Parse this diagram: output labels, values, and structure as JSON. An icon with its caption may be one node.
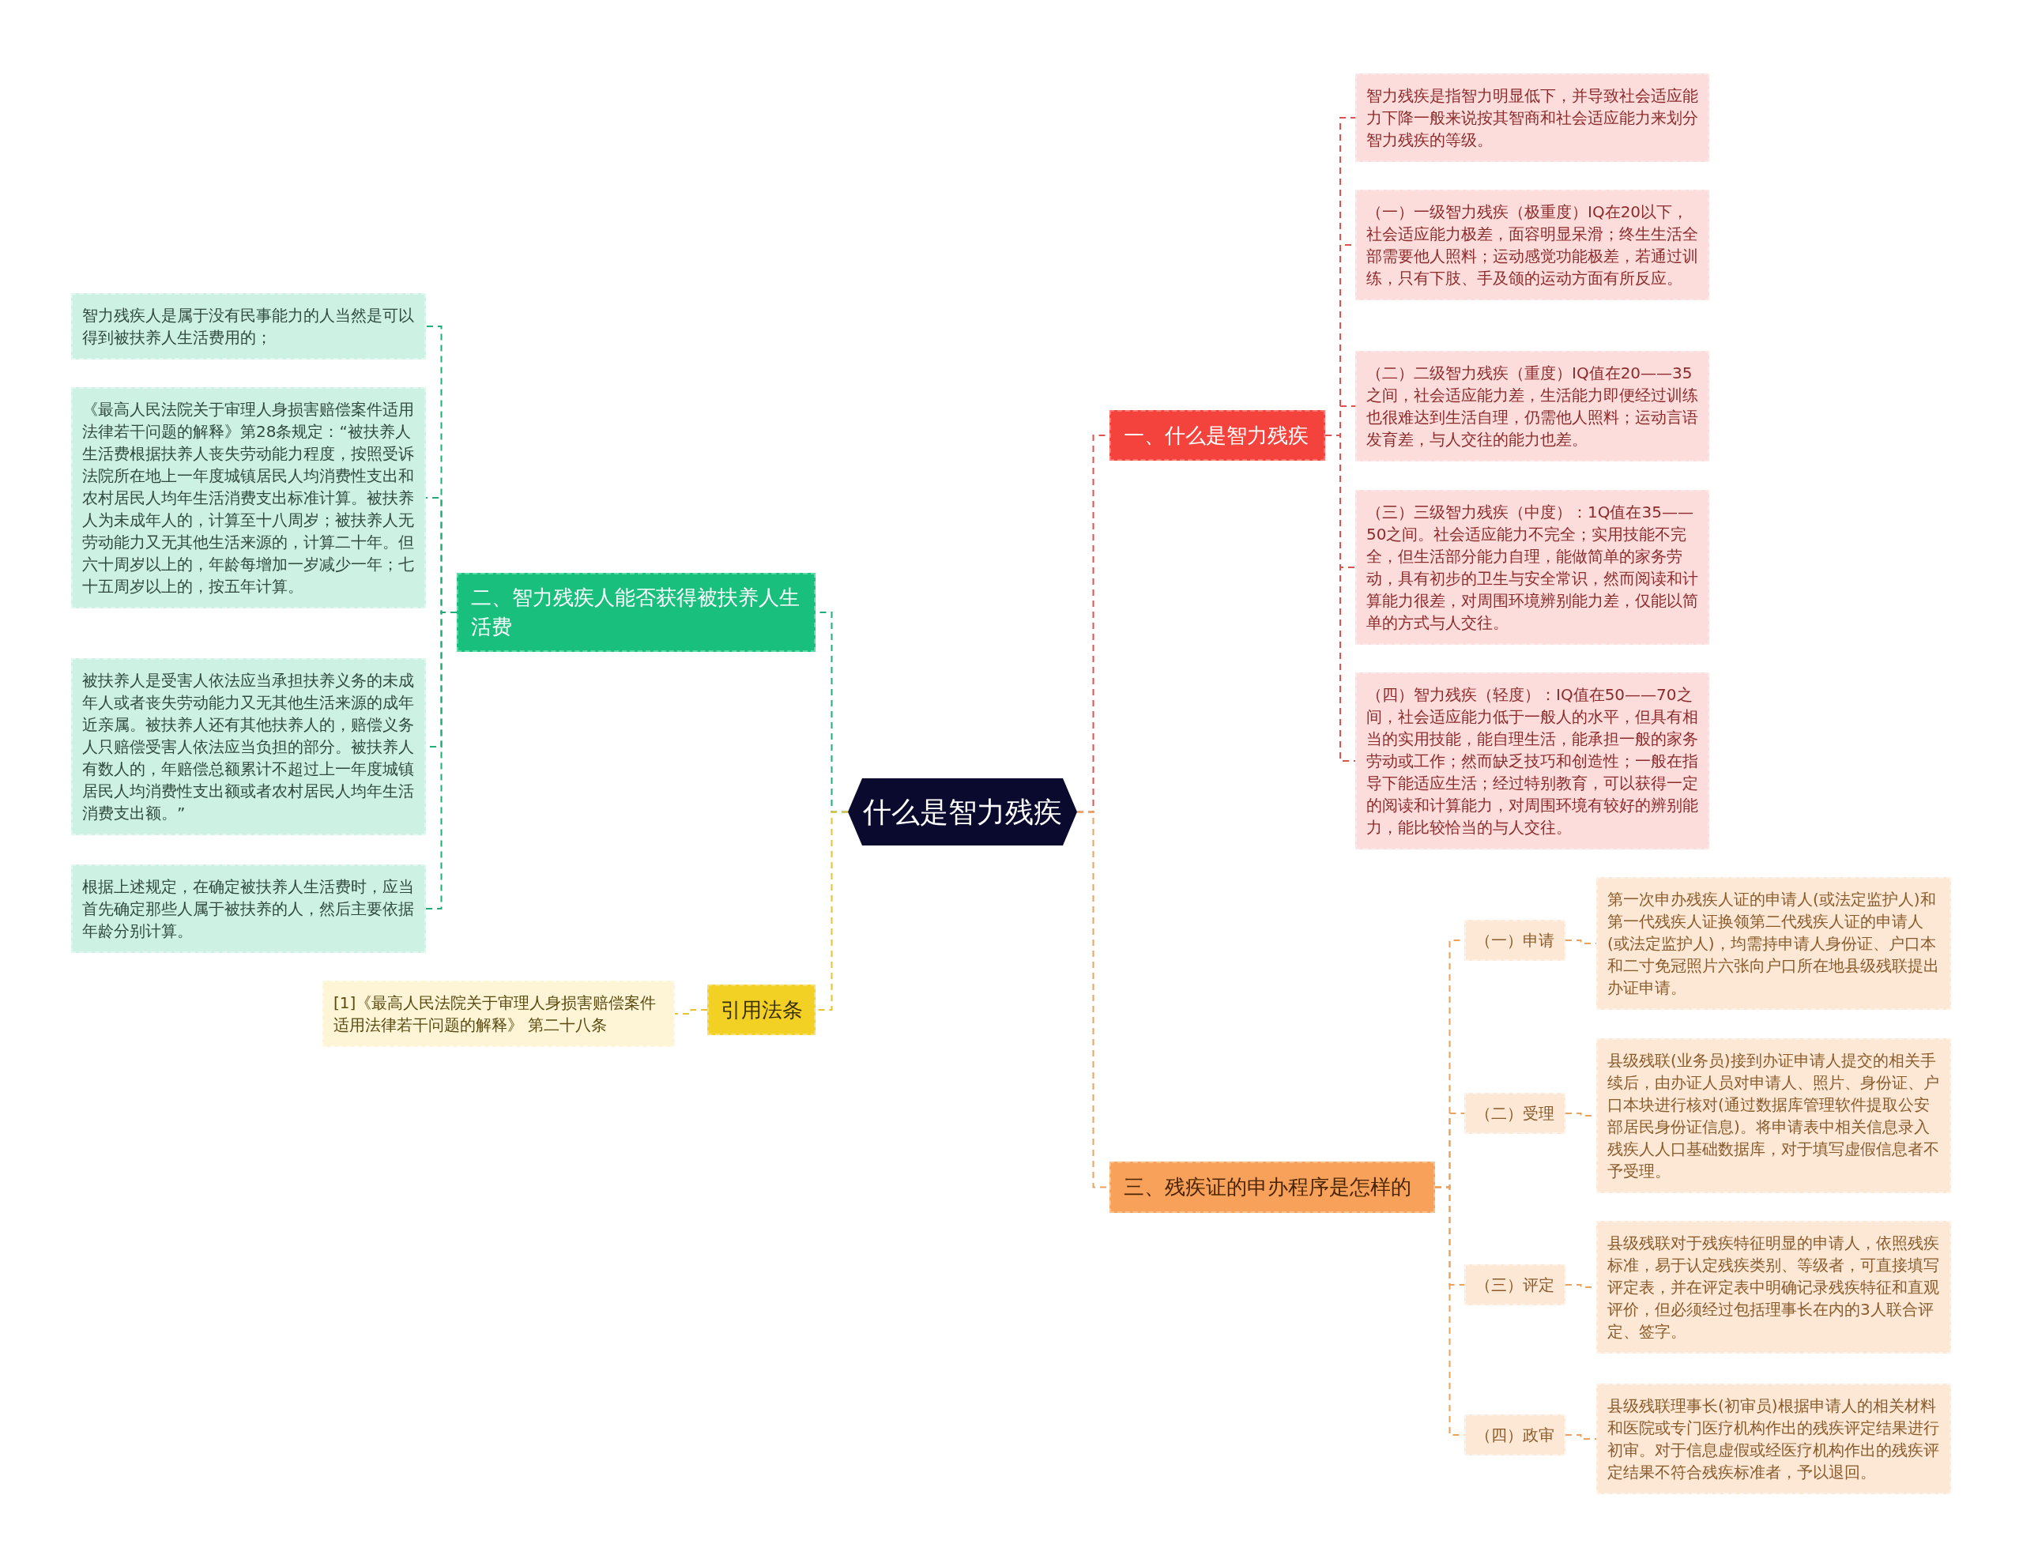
{
  "diagram": {
    "nodes": [
      {
        "text": [
          "什么是智力残疾"
        ]
      },
      {
        "text": [
          "一、什么是智力残疾"
        ]
      },
      {
        "text": [
          "智力残疾是指智力明显低下，并导致社会适应能力下降一般来说按其智商和社会适应能力来划分智力残疾的等级。"
        ]
      },
      {
        "text": [
          "（一）一级智力残疾（极重度）IQ在20以下，社会适应能力极差，面容明显呆滑；终生生活全部需要他人照料；运动感觉功能极差，若通过训练，只有下肢、手及颌的运动方面有所反应。"
        ]
      },
      {
        "text": [
          "（二）二级智力残疾（重度）IQ值在20——35之间，社会适应能力差，生活能力即便经过训练也很难达到生活自理，仍需他人照料；运动言语发育差，与人交往的能力也差。"
        ]
      },
      {
        "text": [
          "（三）三级智力残疾（中度）：1Q值在35——50之间。社会适应能力不完全；实用技能不完全，但生活部分能力自理，能做简单的家务劳动，具有初步的卫生与安全常识，然而阅读和计算能力很差，对周围环境辨别能力差，仅能以简单的方式与人交往。"
        ]
      },
      {
        "text": [
          "（四）智力残疾（轻度）：IQ值在50——70之间，社会适应能力低于一般人的水平，但具有相当的实用技能，能自理生活，能承担一般的家务劳动或工作；然而缺乏技巧和创造性；一般在指导下能适应生活；经过特别教育，可以获得一定的阅读和计算能力，对周围环境有较好的辨别能力，能比较恰当的与人交往。"
        ]
      },
      {
        "text": [
          "二、智力残疾人能否获得被扶养人生活费"
        ]
      },
      {
        "text": [
          "智力残疾人是属于没有民事能力的人当然是可以得到被扶养人生活费用的；"
        ]
      },
      {
        "text": [
          "《最高人民法院关于审理人身损害赔偿案件适用法律若干问题的解释》第28条规定：“被扶养人生活费根据扶养人丧失劳动能力程度，按照受诉法院所在地上一年度城镇居民人均消费性支出和农村居民人均年生活消费支出标准计算。被扶养人为未成年人的，计算至十八周岁；被扶养人无劳动能力又无其他生活来源的，计算二十年。但六十周岁以上的，年龄每增加一岁减少一年；七十五周岁以上的，按五年计算。"
        ]
      },
      {
        "text": [
          "被扶养人是受害人依法应当承担扶养义务的未成年人或者丧失劳动能力又无其他生活来源的成年近亲属。被扶养人还有其他扶养人的，赔偿义务人只赔偿受害人依法应当负担的部分。被扶养人有数人的，年赔偿总额累计不超过上一年度城镇居民人均消费性支出额或者农村居民人均年生活消费支出额。”"
        ]
      },
      {
        "text": [
          "根据上述规定，在确定被扶养人生活费时，应当首先确定那些人属于被扶养的人，然后主要依据年龄分别计算。"
        ]
      },
      {
        "text": [
          "引用法条"
        ]
      },
      {
        "text": [
          "[1]《最高人民法院关于审理人身损害赔偿案件适用法律若干问题的解释》 第二十八条"
        ]
      },
      {
        "text": [
          "三、残疾证的申办程序是怎样的"
        ]
      },
      {
        "text": [
          "（一）申请"
        ]
      },
      {
        "text": [
          "第一次申办残疾人证的申请人(或法定监护人)和第一代残疾人证换领第二代残疾人证的申请人(或法定监护人)，均需持申请人身份证、户口本和二寸免冠照片六张向户口所在地县级残联提出办证申请。"
        ]
      },
      {
        "text": [
          "（二）受理"
        ]
      },
      {
        "text": [
          "县级残联(业务员)接到办证申请人提交的相关手续后，由办证人员对申请人、照片、身份证、户口本块进行核对(通过数据库管理软件提取公安部居民身份证信息)。将申请表中相关信息录入残疾人人口基础数据库，对于填写虚假信息者不予受理。"
        ]
      },
      {
        "text": [
          "（三）评定"
        ]
      },
      {
        "text": [
          "县级残联对于残疾特征明显的申请人，依照残疾标准，易于认定残疾类别、等级者，可直接填写评定表，并在评定表中明确记录残疾特征和直观评价，但必须经过包括理事长在内的3人联合评定、签字。"
        ]
      },
      {
        "text": [
          "（四）政审"
        ]
      },
      {
        "text": [
          "县级残联理事长(初审员)根据申请人的相关材料和医院或专门医疗机构作出的残疾评定结果进行初审。对于信息虚假或经医疗机构作出的残疾评定结果不符合残疾标准者，予以退回。"
        ]
      }
    ],
    "edges": [
      {
        "from": 0,
        "to": 1,
        "arrow": "none",
        "style": "dashed",
        "color": "#e0524f"
      },
      {
        "from": 1,
        "to": 2,
        "arrow": "none",
        "style": "dashed",
        "color": "#e0524f"
      },
      {
        "from": 1,
        "to": 3,
        "arrow": "none",
        "style": "dashed",
        "color": "#e0524f"
      },
      {
        "from": 1,
        "to": 4,
        "arrow": "none",
        "style": "dashed",
        "color": "#e0524f"
      },
      {
        "from": 1,
        "to": 5,
        "arrow": "none",
        "style": "dashed",
        "color": "#e0524f"
      },
      {
        "from": 1,
        "to": 6,
        "arrow": "none",
        "style": "dashed",
        "color": "#e0524f"
      },
      {
        "from": 0,
        "to": 7,
        "arrow": "none",
        "style": "dashed",
        "color": "#1fae78"
      },
      {
        "from": 7,
        "to": 8,
        "arrow": "none",
        "style": "dashed",
        "color": "#1fae78"
      },
      {
        "from": 7,
        "to": 9,
        "arrow": "none",
        "style": "dashed",
        "color": "#1fae78"
      },
      {
        "from": 7,
        "to": 10,
        "arrow": "none",
        "style": "dashed",
        "color": "#1fae78"
      },
      {
        "from": 7,
        "to": 11,
        "arrow": "none",
        "style": "dashed",
        "color": "#1fae78"
      },
      {
        "from": 0,
        "to": 12,
        "arrow": "none",
        "style": "dashed",
        "color": "#e8c230"
      },
      {
        "from": 12,
        "to": 13,
        "arrow": "none",
        "style": "dashed",
        "color": "#e8c230"
      },
      {
        "from": 0,
        "to": 14,
        "arrow": "none",
        "style": "dashed",
        "color": "#eaa35f"
      },
      {
        "from": 14,
        "to": 15,
        "arrow": "none",
        "style": "dashed",
        "color": "#eaa35f"
      },
      {
        "from": 15,
        "to": 16,
        "arrow": "none",
        "style": "dashed",
        "color": "#eaa35f"
      },
      {
        "from": 14,
        "to": 17,
        "arrow": "none",
        "style": "dashed",
        "color": "#eaa35f"
      },
      {
        "from": 17,
        "to": 18,
        "arrow": "none",
        "style": "dashed",
        "color": "#eaa35f"
      },
      {
        "from": 14,
        "to": 19,
        "arrow": "none",
        "style": "dashed",
        "color": "#eaa35f"
      },
      {
        "from": 19,
        "to": 20,
        "arrow": "none",
        "style": "dashed",
        "color": "#eaa35f"
      },
      {
        "from": 14,
        "to": 21,
        "arrow": "none",
        "style": "dashed",
        "color": "#eaa35f"
      },
      {
        "from": 21,
        "to": 22,
        "arrow": "none",
        "style": "dashed",
        "color": "#eaa35f"
      }
    ]
  }
}
